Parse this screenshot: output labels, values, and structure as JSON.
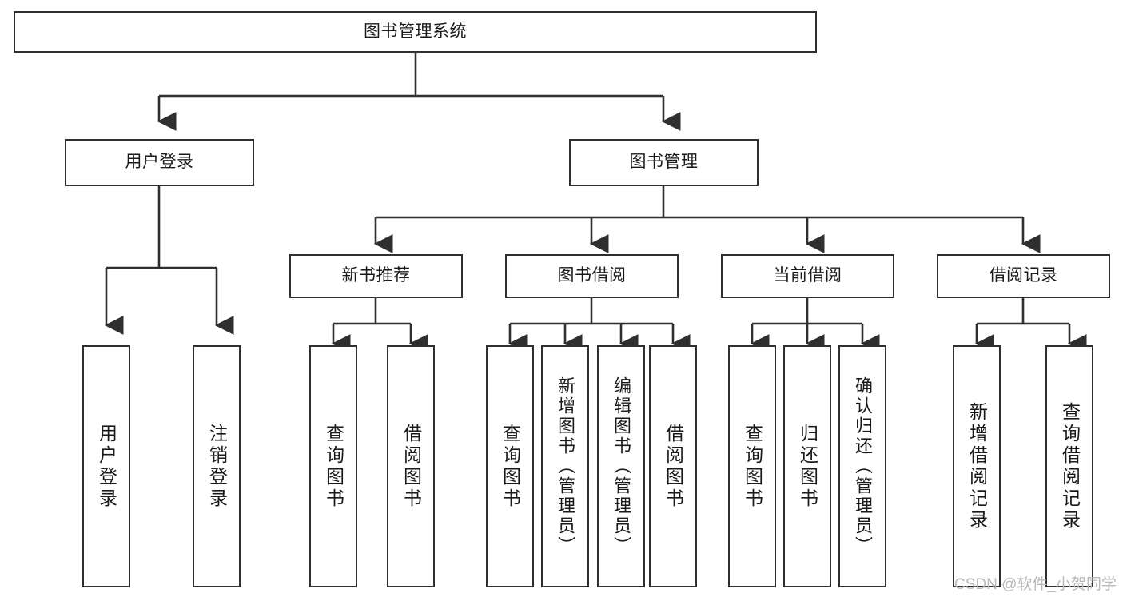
{
  "diagram": {
    "title": "图书管理系统",
    "type": "hierarchy-tree",
    "colors": {
      "stroke": "#2f2f2f",
      "fill": "#ffffff",
      "text": "#1a1a1a",
      "watermark": "#b9b9b9"
    },
    "watermark": "CSDN @软件_小贺同学"
  },
  "nodes": {
    "root": {
      "label": "图书管理系统"
    },
    "level2": [
      {
        "id": "user-login",
        "label": "用户登录"
      },
      {
        "id": "book-manage",
        "label": "图书管理"
      }
    ],
    "level3": [
      {
        "id": "new-book-recommend",
        "label": "新书推荐"
      },
      {
        "id": "book-borrow",
        "label": "图书借阅"
      },
      {
        "id": "current-borrow",
        "label": "当前借阅"
      },
      {
        "id": "borrow-record",
        "label": "借阅记录"
      }
    ],
    "leaves": {
      "user_login": [
        {
          "id": "leaf-user-login",
          "label": "用户登录"
        },
        {
          "id": "leaf-logout",
          "label": "注销登录"
        }
      ],
      "new_book_recommend": [
        {
          "id": "leaf-query-book-1",
          "label": "查询图书"
        },
        {
          "id": "leaf-borrow-book-1",
          "label": "借阅图书"
        }
      ],
      "book_borrow": [
        {
          "id": "leaf-query-book-2",
          "label": "查询图书"
        },
        {
          "id": "leaf-add-book",
          "label": "新增图书（管理员）"
        },
        {
          "id": "leaf-edit-book",
          "label": "编辑图书（管理员）"
        },
        {
          "id": "leaf-borrow-book-2",
          "label": "借阅图书"
        }
      ],
      "current_borrow": [
        {
          "id": "leaf-query-book-3",
          "label": "查询图书"
        },
        {
          "id": "leaf-return-book",
          "label": "归还图书"
        },
        {
          "id": "leaf-confirm-return",
          "label": "确认归还（管理员）"
        }
      ],
      "borrow_record": [
        {
          "id": "leaf-add-record",
          "label": "新增借阅记录"
        },
        {
          "id": "leaf-query-record",
          "label": "查询借阅记录"
        }
      ]
    }
  }
}
